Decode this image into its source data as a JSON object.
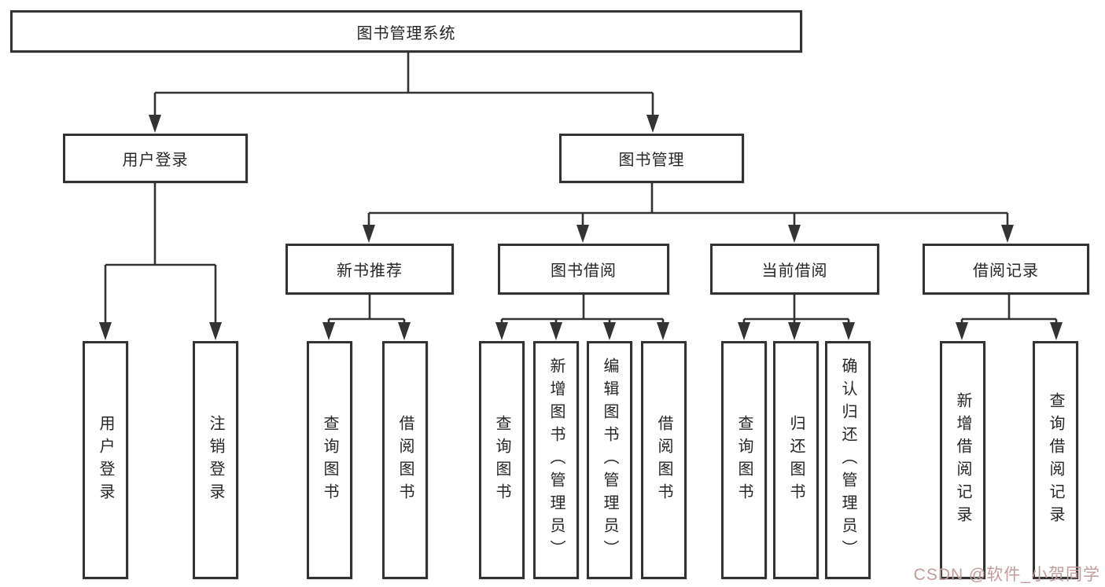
{
  "tree": {
    "root": "图书管理系统",
    "branches": [
      {
        "label": "用户登录",
        "leaves": [
          "用户登录",
          "注销登录"
        ]
      },
      {
        "label": "图书管理",
        "groups": [
          {
            "label": "新书推荐",
            "leaves": [
              "查询图书",
              "借阅图书"
            ]
          },
          {
            "label": "图书借阅",
            "leaves": [
              "查询图书",
              "新增图书（管理员）",
              "编辑图书（管理员）",
              "借阅图书"
            ]
          },
          {
            "label": "当前借阅",
            "leaves": [
              "查询图书",
              "归还图书",
              "确认归还（管理员）"
            ]
          },
          {
            "label": "借阅记录",
            "leaves": [
              "新增借阅记录",
              "查询借阅记录"
            ]
          }
        ]
      }
    ]
  },
  "watermark": {
    "text": "CSDN @软件_小贺同学"
  },
  "colors": {
    "line": "#333333",
    "text": "#262626",
    "background": "#ffffff",
    "watermark": "#c29c9c"
  }
}
